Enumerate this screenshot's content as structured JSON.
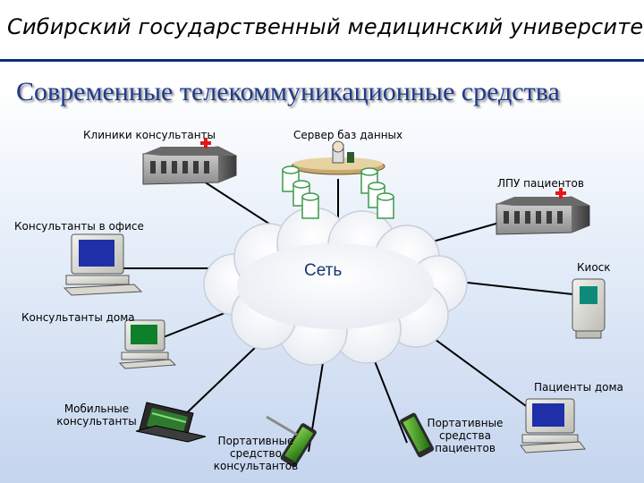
{
  "header": {
    "university": "Сибирский государственный медицинский университет"
  },
  "slide": {
    "title": "Современные телекоммуникационные средства"
  },
  "network": {
    "label": "Сеть"
  },
  "nodes": {
    "clinics_consultants": "Клиники консультанты",
    "database_server": "Сервер баз данных",
    "lpu_patients": "ЛПУ пациентов",
    "office_consultants": "Консультанты в офисе",
    "kiosk": "Киоск",
    "home_consultants": "Консультанты дома",
    "patients_home": "Пациенты дома",
    "mobile_consultants_1": "Мобильные",
    "mobile_consultants_2": "консультанты",
    "portable_consultants_1": "Портативные",
    "portable_consultants_2": "средство",
    "portable_consultants_3": "консультантов",
    "portable_patients_1": "Портативные",
    "portable_patients_2": "средства",
    "portable_patients_3": "пациентов"
  },
  "colors": {
    "header_rule": "#0b2d7a",
    "title": "#1f3a8a",
    "link": "#000000",
    "hospital_cross": "#e01818",
    "screen": "#1f2fa8"
  }
}
